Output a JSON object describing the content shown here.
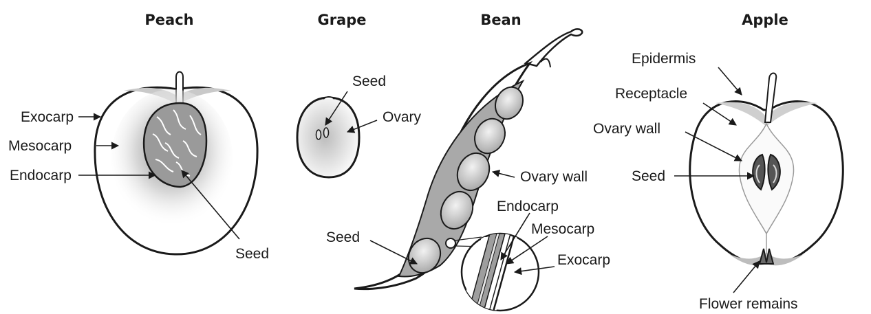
{
  "fruits": {
    "peach": {
      "title": "Peach",
      "labels": {
        "exocarp": "Exocarp",
        "mesocarp": "Mesocarp",
        "endocarp": "Endocarp",
        "seed": "Seed"
      }
    },
    "grape": {
      "title": "Grape",
      "labels": {
        "seed": "Seed",
        "ovary": "Ovary"
      }
    },
    "bean": {
      "title": "Bean",
      "labels": {
        "ovary_wall": "Ovary wall",
        "seed": "Seed",
        "endocarp": "Endocarp",
        "mesocarp": "Mesocarp",
        "exocarp": "Exocarp"
      }
    },
    "apple": {
      "title": "Apple",
      "labels": {
        "epidermis": "Epidermis",
        "receptacle": "Receptacle",
        "ovary_wall": "Ovary wall",
        "seed": "Seed",
        "flower_remains": "Flower remains"
      }
    }
  },
  "colors": {
    "ink": "#1a1a1a",
    "shade": "#b9b9b9",
    "light_shade": "#e4e4e4"
  }
}
